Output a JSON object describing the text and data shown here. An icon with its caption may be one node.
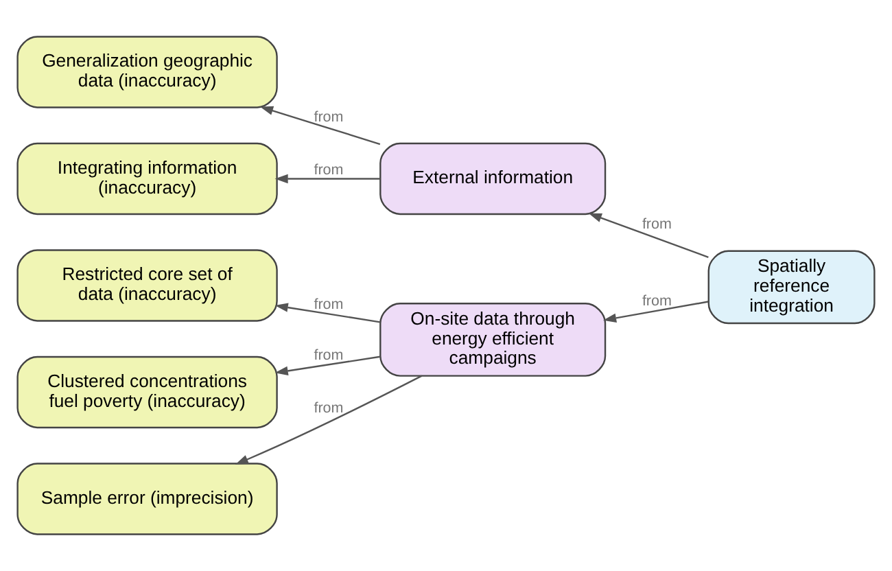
{
  "diagram": {
    "nodes": [
      {
        "text": [
          "Generalization geographic data (inaccuracy)"
        ]
      },
      {
        "text": [
          "External information"
        ]
      },
      {
        "text": [
          "Integrating information (inaccuracy)"
        ]
      },
      {
        "text": [
          "Spatially reference integration"
        ]
      },
      {
        "text": [
          "Restricted core set of data (inaccuracy)"
        ]
      },
      {
        "text": [
          "On-site data through energy efficient campaigns"
        ]
      },
      {
        "text": [
          "Clustered concentrations fuel poverty (inaccuracy)"
        ]
      },
      {
        "text": [
          "Sample error (imprecision)"
        ]
      }
    ],
    "edges": [
      {
        "from": 1,
        "to": 0,
        "label": "from",
        "arrow": "to"
      },
      {
        "from": 1,
        "to": 2,
        "label": "from",
        "arrow": "to"
      },
      {
        "from": 3,
        "to": 1,
        "label": "from",
        "arrow": "to"
      },
      {
        "from": 3,
        "to": 5,
        "label": "from",
        "arrow": "to"
      },
      {
        "from": 5,
        "to": 4,
        "label": "from",
        "arrow": "to"
      },
      {
        "from": 5,
        "to": 6,
        "label": "from",
        "arrow": "to"
      },
      {
        "from": 5,
        "to": 7,
        "label": "from",
        "arrow": "to"
      }
    ]
  }
}
